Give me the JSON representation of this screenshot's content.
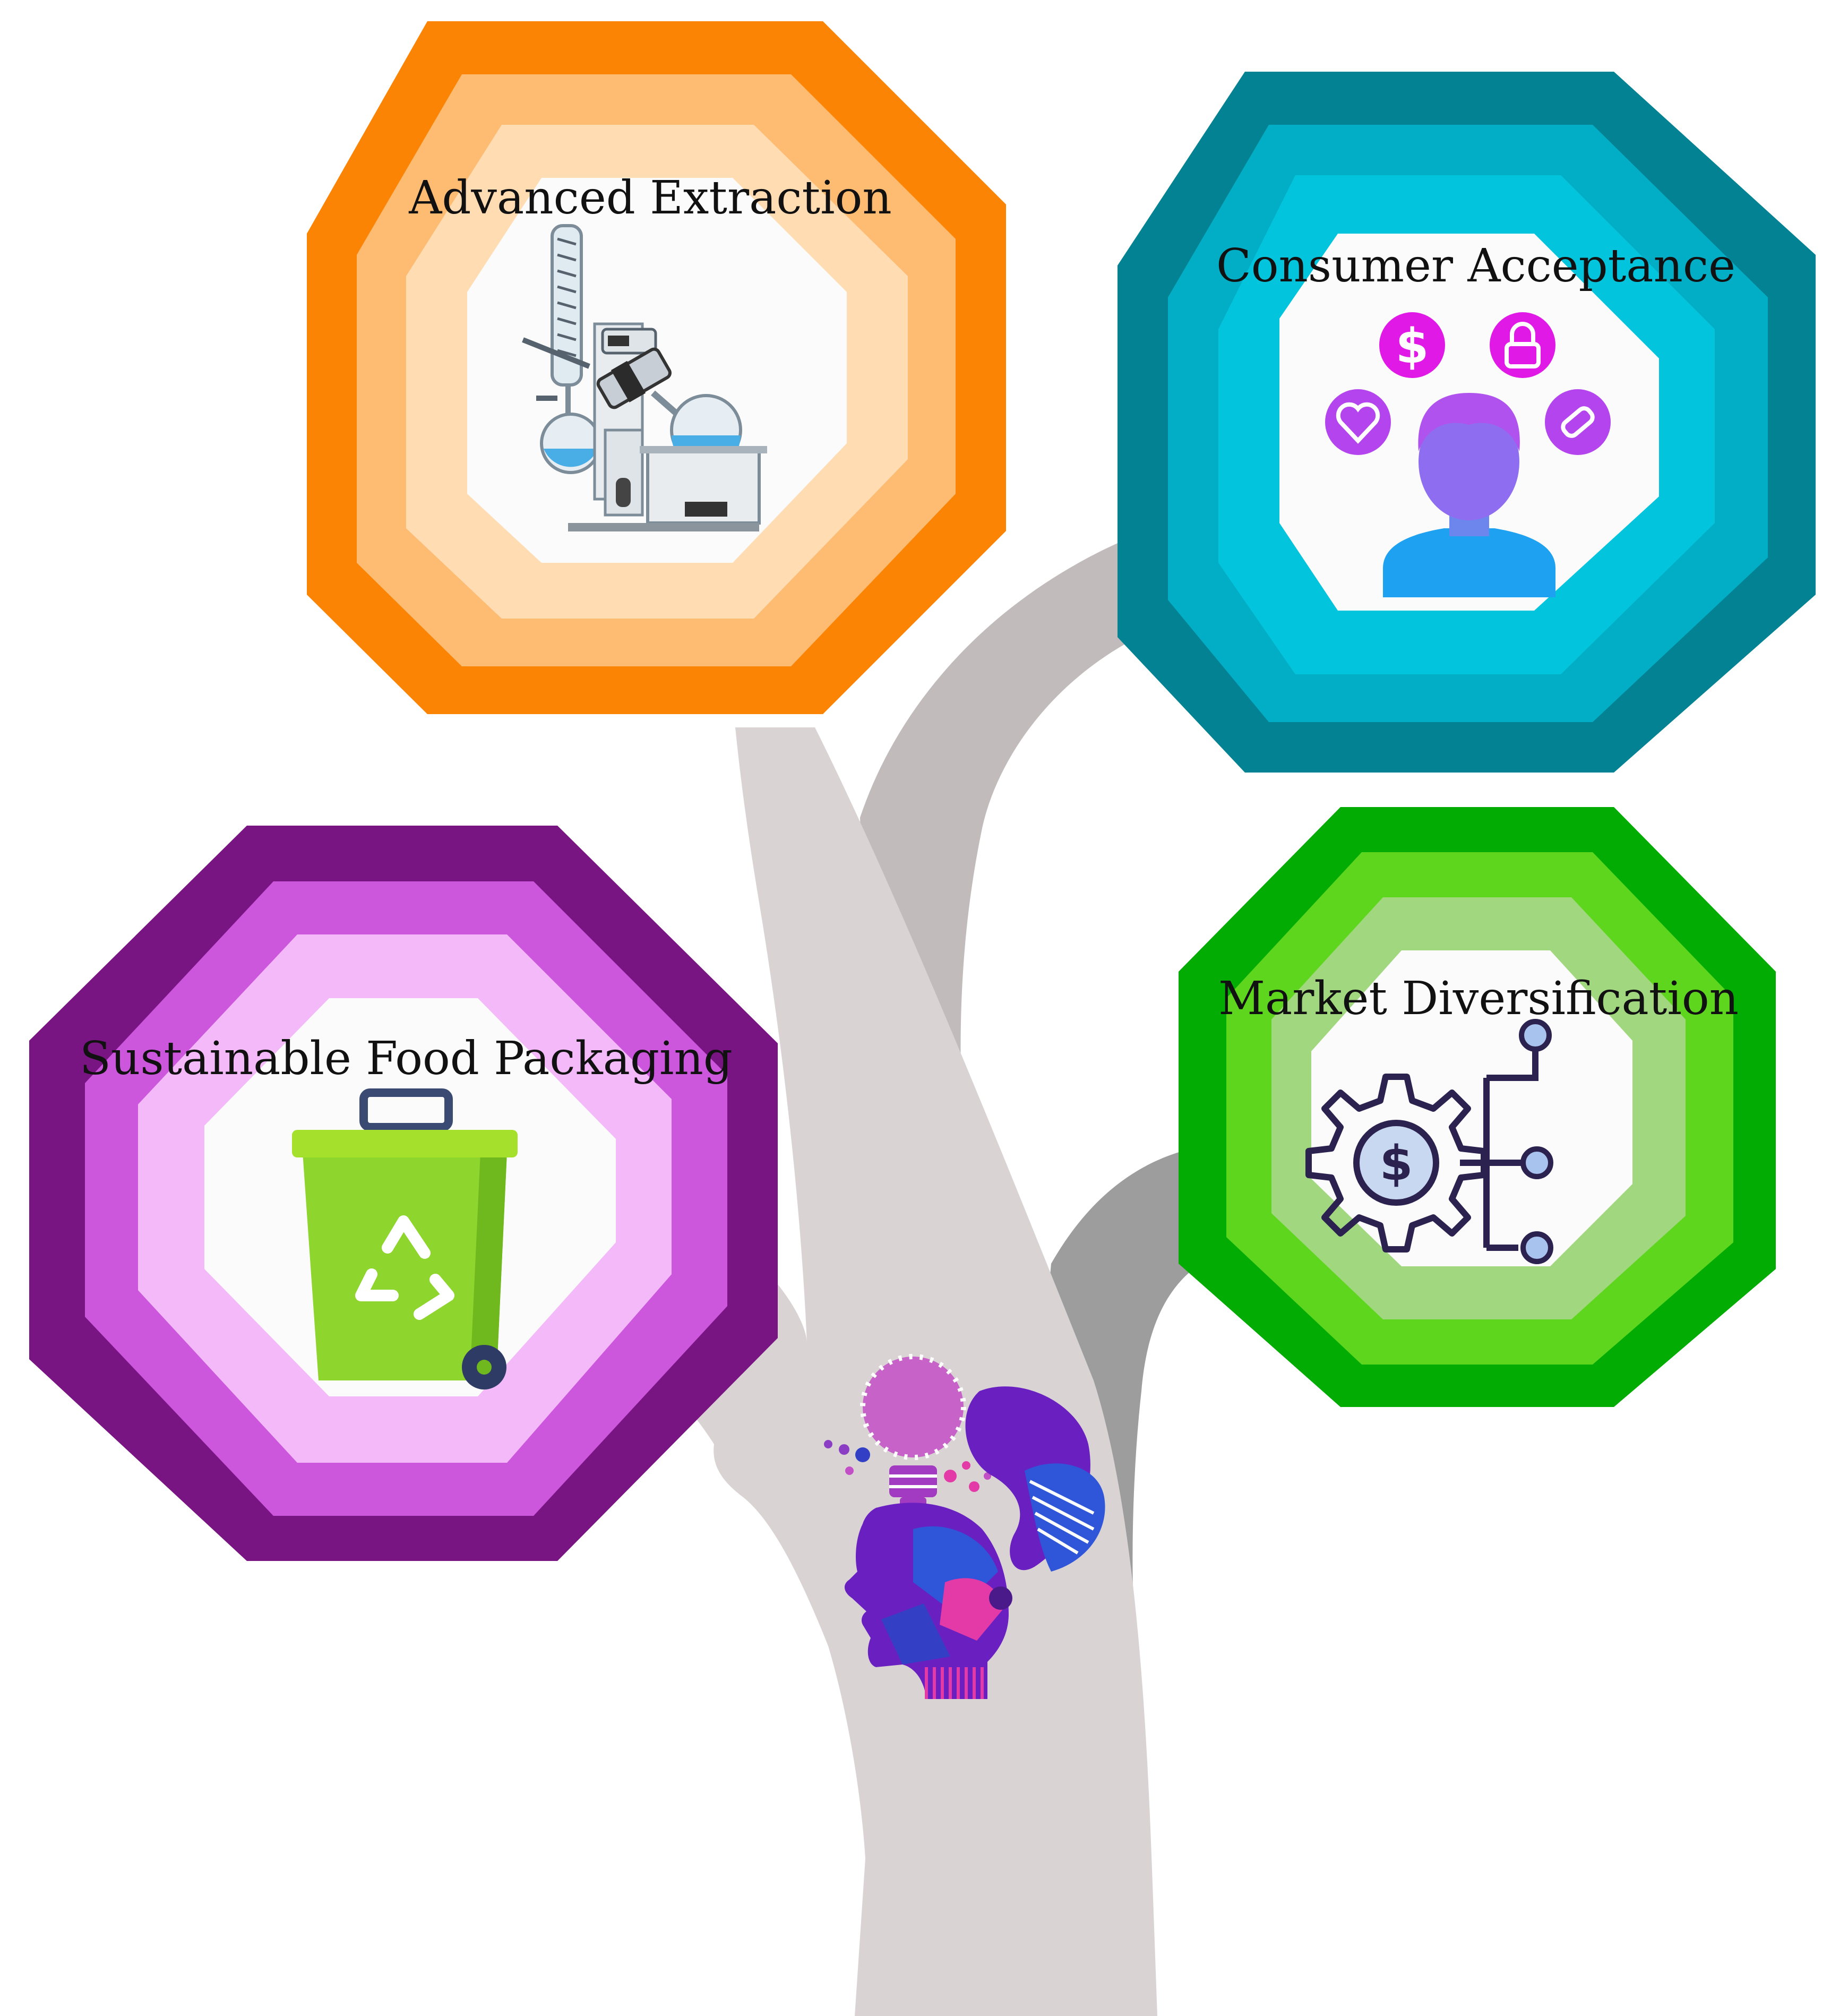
{
  "nodes": [
    {
      "key": "extraction",
      "label": "Advanced Extraction",
      "icon": "rotary-evaporator-icon"
    },
    {
      "key": "consumer",
      "label": "Consumer Acceptance",
      "icon": "consumer-preferences-icon"
    },
    {
      "key": "packaging",
      "label": "Sustainable Food Packaging",
      "icon": "recycling-bin-icon"
    },
    {
      "key": "market",
      "label": "Market Diversification",
      "icon": "market-diversification-icon"
    }
  ],
  "center_icon": "innovation-head-icon",
  "colors": {
    "trunk": "#d9d3d4",
    "branch_upper": "#c1bbbb",
    "branch_lower": "#9d9d9d",
    "orange": [
      "#fb8405",
      "#febb72",
      "#ffdcb2"
    ],
    "teal": [
      "#028292",
      "#02aec6",
      "#02c5dd"
    ],
    "purple": [
      "#791483",
      "#cc57dd",
      "#f3b9f9"
    ],
    "green": [
      "#03ac03",
      "#5fd61e",
      "#a1d87f"
    ],
    "inner": "#fbfbfb"
  }
}
